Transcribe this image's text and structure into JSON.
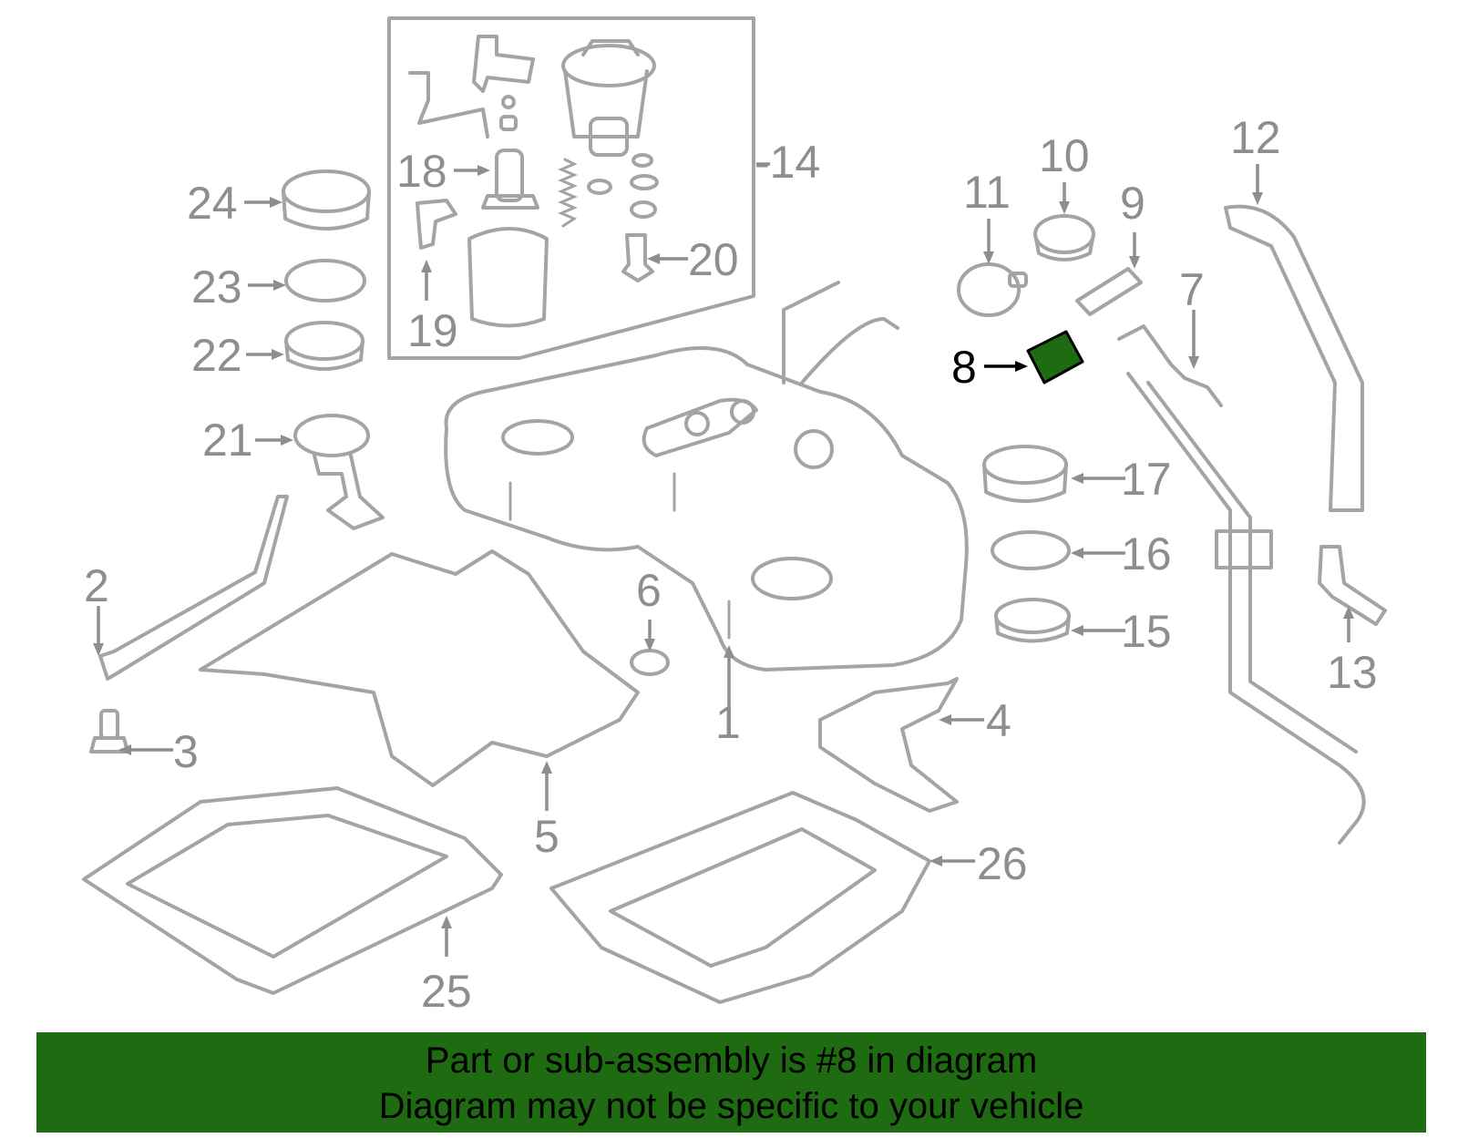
{
  "callouts": [
    {
      "id": "1",
      "label": "1"
    },
    {
      "id": "2",
      "label": "2"
    },
    {
      "id": "3",
      "label": "3"
    },
    {
      "id": "4",
      "label": "4"
    },
    {
      "id": "5",
      "label": "5"
    },
    {
      "id": "6",
      "label": "6"
    },
    {
      "id": "7",
      "label": "7"
    },
    {
      "id": "8",
      "label": "8",
      "highlighted": true
    },
    {
      "id": "9",
      "label": "9"
    },
    {
      "id": "10",
      "label": "10"
    },
    {
      "id": "11",
      "label": "11"
    },
    {
      "id": "12",
      "label": "12"
    },
    {
      "id": "13",
      "label": "13"
    },
    {
      "id": "14",
      "label": "-14"
    },
    {
      "id": "15",
      "label": "15"
    },
    {
      "id": "16",
      "label": "16"
    },
    {
      "id": "17",
      "label": "17"
    },
    {
      "id": "18",
      "label": "18"
    },
    {
      "id": "19",
      "label": "19"
    },
    {
      "id": "20",
      "label": "20"
    },
    {
      "id": "21",
      "label": "21"
    },
    {
      "id": "22",
      "label": "22"
    },
    {
      "id": "23",
      "label": "23"
    },
    {
      "id": "24",
      "label": "24"
    },
    {
      "id": "25",
      "label": "25"
    },
    {
      "id": "26",
      "label": "26"
    }
  ],
  "colors": {
    "highlight_part": "#1e6b12",
    "banner_bg": "#1e6b12",
    "line_art": "#a4a4a4",
    "callout_text": "#8e8e8e"
  },
  "banner": {
    "line1": "Part or sub-assembly is #8 in diagram",
    "line2": "Diagram may not be specific to your vehicle"
  }
}
